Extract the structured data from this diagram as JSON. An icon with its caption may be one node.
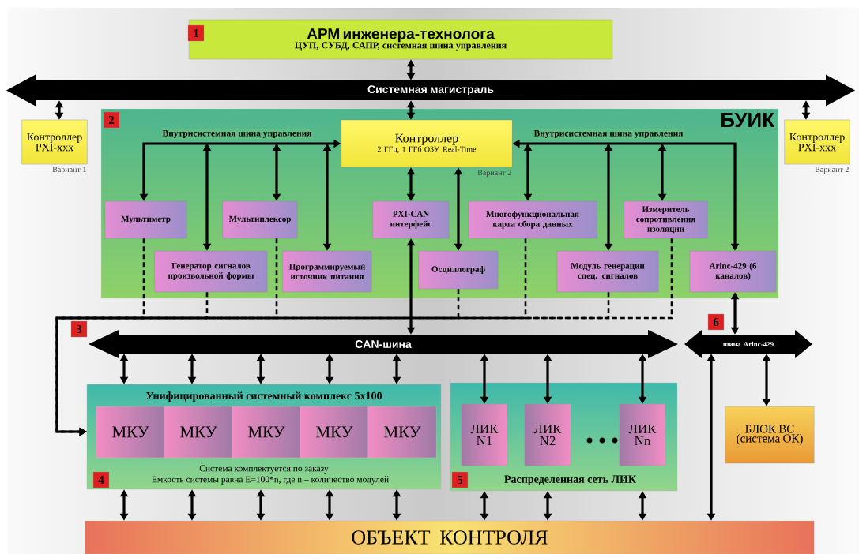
{
  "diagram": {
    "nodes": [
      {
        "text": [
          "АРМ инженера-технолога",
          "ЦУП, СУБД, САПР, системная шина управления"
        ]
      },
      {
        "text": [
          "Системная магистраль"
        ]
      },
      {
        "text": [
          "Контроллер PXI-xxx"
        ],
        "beside": [
          "Вариант 1"
        ]
      },
      {
        "text": [
          "БУИК"
        ]
      },
      {
        "text": [
          "Контроллер",
          "2 ГГц, 1 ГГб ОЗУ, Real-Time"
        ],
        "beside": [
          "Вариант 2"
        ],
        "in": 3
      },
      {
        "text": [
          "Мультиметр"
        ],
        "in": 3
      },
      {
        "text": [
          "Генератор сигналов произвольной формы"
        ],
        "in": 3
      },
      {
        "text": [
          "Мультиплексор"
        ],
        "in": 3
      },
      {
        "text": [
          "Программируемый источник питания"
        ],
        "in": 3
      },
      {
        "text": [
          "PXI-CAN интерфейс"
        ],
        "in": 3
      },
      {
        "text": [
          "Осциллограф"
        ],
        "in": 3
      },
      {
        "text": [
          "Многофункциональная карта сбора данных"
        ],
        "in": 3
      },
      {
        "text": [
          "Модуль генерации спец. сигналов"
        ],
        "in": 3
      },
      {
        "text": [
          "Измеритель сопротивления изоляции"
        ],
        "in": 3
      },
      {
        "text": [
          "Arinc-429 (6 каналов)"
        ],
        "in": 3
      },
      {
        "text": [
          "Контроллер PXI-xxx"
        ],
        "beside": [
          "Вариант 2"
        ]
      },
      {
        "text": [
          "CAN-шина"
        ]
      },
      {
        "text": [
          "шина Arinc-429"
        ]
      },
      {
        "text": [
          "Унифицированный системный комплекс 5x100",
          "Система комплектуется по заказу",
          "Емкость системы равна E=100*n, где n – количество модулей"
        ]
      },
      {
        "text": [
          "МКУ"
        ],
        "in": 18
      },
      {
        "text": [
          "МКУ"
        ],
        "in": 18
      },
      {
        "text": [
          "МКУ"
        ],
        "in": 18
      },
      {
        "text": [
          "МКУ"
        ],
        "in": 18
      },
      {
        "text": [
          "МКУ"
        ],
        "in": 18
      },
      {
        "text": [
          "Распределенная сеть ЛИК"
        ]
      },
      {
        "text": [
          "ЛИК N1"
        ],
        "in": 24
      },
      {
        "text": [
          "ЛИК N2"
        ],
        "in": 24
      },
      {
        "text": [
          "ЛИК Nn"
        ],
        "in": 24
      },
      {
        "text": [
          "БЛОК ВС (система ОК)"
        ]
      },
      {
        "text": [
          "ОБЪЕКТ КОНТРОЛЯ"
        ]
      }
    ],
    "edges": [
      {
        "from": 0,
        "to": 1,
        "arrow": "both"
      },
      {
        "from": 1,
        "to": 2,
        "arrow": "both"
      },
      {
        "from": 1,
        "to": 4,
        "arrow": "both"
      },
      {
        "from": 1,
        "to": 15,
        "arrow": "both"
      },
      {
        "from": 4,
        "to": 5,
        "arrow": "both",
        "label": "Внутрисистемная шина управления"
      },
      {
        "from": 4,
        "to": 6,
        "arrow": "both"
      },
      {
        "from": 4,
        "to": 7,
        "arrow": "both"
      },
      {
        "from": 4,
        "to": 8,
        "arrow": "both"
      },
      {
        "from": 4,
        "to": 9,
        "arrow": "both"
      },
      {
        "from": 4,
        "to": 10,
        "arrow": "both"
      },
      {
        "from": 4,
        "to": 11,
        "arrow": "both"
      },
      {
        "from": 4,
        "to": 12,
        "arrow": "both"
      },
      {
        "from": 4,
        "to": 13,
        "arrow": "both"
      },
      {
        "from": 4,
        "to": 14,
        "arrow": "both",
        "label": "Внутрисистемная шина управления"
      },
      {
        "from": 9,
        "to": 16,
        "arrow": "both"
      },
      {
        "from": 5,
        "to": 18,
        "arrow": "to",
        "style": "dashed"
      },
      {
        "from": 6,
        "to": 18,
        "arrow": "to",
        "style": "dashed"
      },
      {
        "from": 7,
        "to": 18,
        "arrow": "to",
        "style": "dashed"
      },
      {
        "from": 10,
        "to": 18,
        "arrow": "to",
        "style": "dashed"
      },
      {
        "from": 11,
        "to": 18,
        "arrow": "to",
        "style": "dashed"
      },
      {
        "from": 12,
        "to": 18,
        "arrow": "to",
        "style": "dashed"
      },
      {
        "from": 13,
        "to": 18,
        "arrow": "to",
        "style": "dashed"
      },
      {
        "from": 14,
        "to": 17,
        "arrow": "both"
      },
      {
        "from": 16,
        "to": 18,
        "arrow": "both"
      },
      {
        "from": 16,
        "to": 18,
        "arrow": "both"
      },
      {
        "from": 16,
        "to": 18,
        "arrow": "both"
      },
      {
        "from": 16,
        "to": 18,
        "arrow": "both"
      },
      {
        "from": 16,
        "to": 18,
        "arrow": "both"
      },
      {
        "from": 16,
        "to": 25,
        "arrow": "both"
      },
      {
        "from": 16,
        "to": 26,
        "arrow": "both"
      },
      {
        "from": 16,
        "to": 27,
        "arrow": "both"
      },
      {
        "from": 18,
        "to": 29,
        "arrow": "both"
      },
      {
        "from": 18,
        "to": 29,
        "arrow": "both"
      },
      {
        "from": 18,
        "to": 29,
        "arrow": "both"
      },
      {
        "from": 18,
        "to": 29,
        "arrow": "both"
      },
      {
        "from": 18,
        "to": 29,
        "arrow": "both"
      },
      {
        "from": 24,
        "to": 29,
        "arrow": "both"
      },
      {
        "from": 24,
        "to": 29,
        "arrow": "both"
      },
      {
        "from": 24,
        "to": 29,
        "arrow": "both"
      },
      {
        "from": 17,
        "to": 29,
        "arrow": "both"
      },
      {
        "from": 17,
        "to": 28,
        "arrow": "both"
      }
    ],
    "labels": [
      "1",
      "2",
      "3",
      "4",
      "5",
      "6"
    ]
  }
}
